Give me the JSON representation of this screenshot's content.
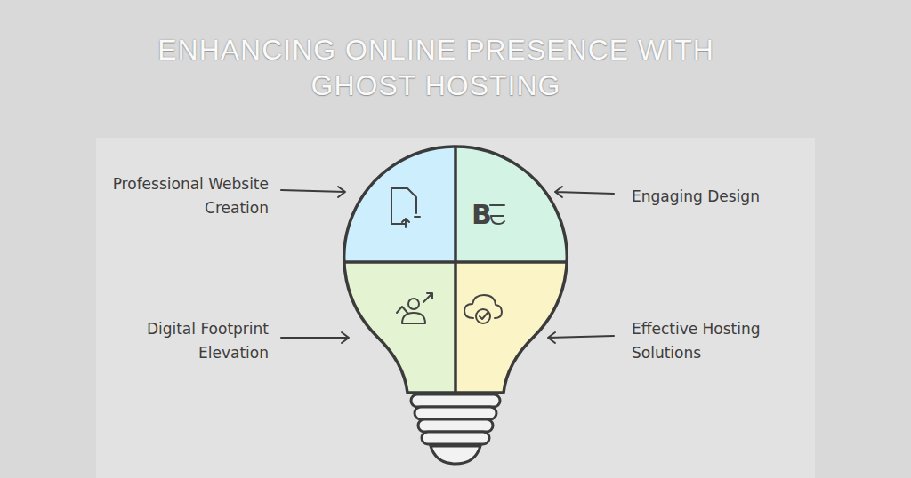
{
  "diagram": {
    "title": "ENHANCING ONLINE PRESENCE WITH GHOST HOSTING",
    "labels": [
      "Professional Website Creation",
      "Engaging Design",
      "Digital Footprint Elevation",
      "Effective Hosting Solutions"
    ]
  }
}
